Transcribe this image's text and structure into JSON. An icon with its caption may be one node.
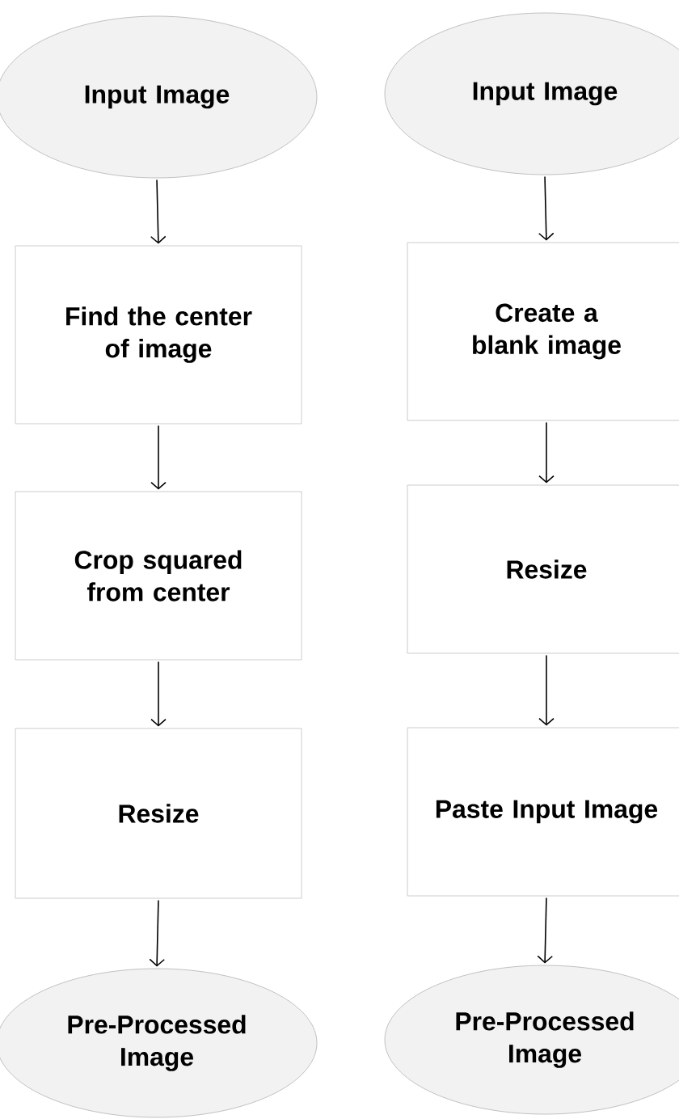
{
  "diagram": {
    "nodes": [
      {
        "text": [
          "Input Image"
        ]
      },
      {
        "text": [
          "Find the center of image"
        ]
      },
      {
        "text": [
          "Crop squared from center"
        ]
      },
      {
        "text": [
          "Resize"
        ]
      },
      {
        "text": [
          "Pre-Processed Image"
        ]
      },
      {
        "text": [
          "Input Image"
        ]
      },
      {
        "text": [
          "Create a blank image"
        ]
      },
      {
        "text": [
          "Resize"
        ]
      },
      {
        "text": [
          "Paste Input Image"
        ]
      },
      {
        "text": [
          "Pre-Processed Image"
        ]
      }
    ],
    "edges": [
      {
        "from": 0,
        "to": 1,
        "arrow": "to"
      },
      {
        "from": 1,
        "to": 2,
        "arrow": "to"
      },
      {
        "from": 2,
        "to": 3,
        "arrow": "to"
      },
      {
        "from": 3,
        "to": 4,
        "arrow": "to"
      },
      {
        "from": 5,
        "to": 6,
        "arrow": "to"
      },
      {
        "from": 6,
        "to": 7,
        "arrow": "to"
      },
      {
        "from": 7,
        "to": 8,
        "arrow": "to"
      },
      {
        "from": 8,
        "to": 9,
        "arrow": "to"
      }
    ]
  }
}
